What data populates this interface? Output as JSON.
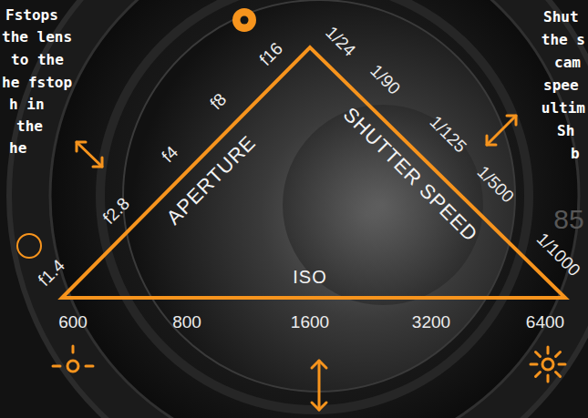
{
  "diagram": {
    "nodes": [
      {
        "text": [
          "APERTURE",
          "SHUTTER SPEED",
          "ISO"
        ]
      }
    ],
    "labels": [
      "Fstops",
      "the lens",
      "to the",
      "he fstop",
      "h in",
      "the",
      "he",
      "Shut",
      "the s",
      "cam",
      "spee",
      "ultim",
      "Sh",
      "b",
      "f16",
      "f8",
      "f4",
      "f2.8",
      "f1.4",
      "1/24",
      "1/90",
      "1/125",
      "1/500",
      "1/1000",
      "85",
      "600",
      "800",
      "1600",
      "3200",
      "6400"
    ]
  }
}
